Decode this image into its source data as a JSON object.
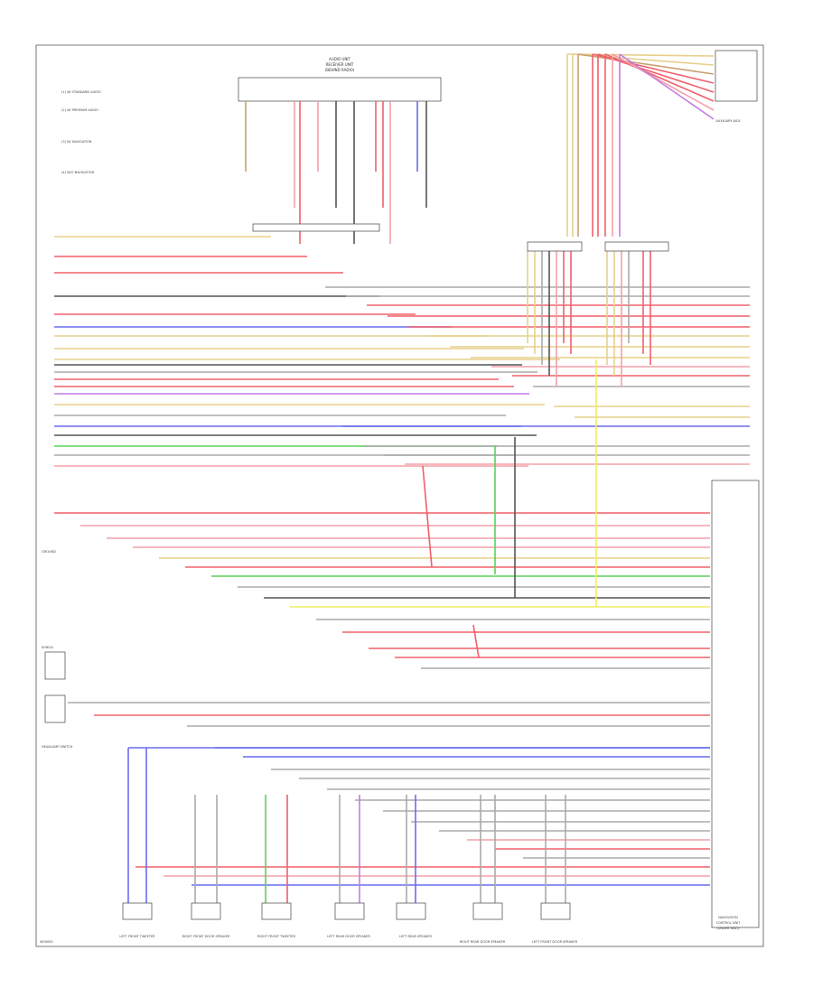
{
  "diagram": {
    "footer_code": "W00000",
    "top_module_lines": [
      "AUDIO UNIT",
      "RECEIVER UNIT",
      "(BEHIND RADIO)"
    ],
    "legend_notes": [
      "(1) W/ STANDARD AUDIO",
      "(2) W/ PREMIUM AUDIO",
      "(3) W/ NAVIGATION",
      "(4) W/O NAVIGATION"
    ],
    "right_top_label": "AUXILIARY JACK",
    "right_bottom_label": [
      "NAVIGATION",
      "CONTROL UNIT",
      "(UNDER SEAT)"
    ],
    "left_side_labels": [
      "GROUND",
      "SHIELD",
      "HEADLAMP SWITCH"
    ],
    "speakers": [
      "LEFT FRONT TWEETER",
      "RIGHT FRONT DOOR SPEAKER",
      "RIGHT FRONT TWEETER",
      "LEFT REAR DOOR SPEAKER",
      "LEFT REAR SPEAKER",
      "RIGHT REAR DOOR SPEAKER",
      "LEFT FRONT DOOR SPEAKER"
    ],
    "colors": {
      "red": "#f0606a",
      "pink": "#f4a0a8",
      "blue": "#6a6cf0",
      "yellow": "#eeee60",
      "tan": "#e6d08a",
      "green": "#5ad05a",
      "violet": "#c47ce0",
      "dark": "#555555",
      "grey": "#aaaaaa",
      "brown": "#c9a070"
    }
  }
}
